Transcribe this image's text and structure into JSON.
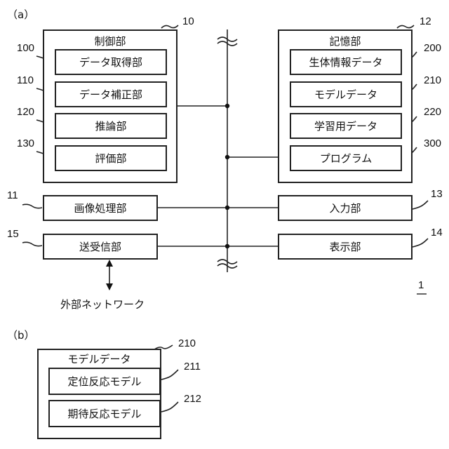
{
  "figure_a": {
    "label": "（a）",
    "system_ref": "1",
    "control": {
      "title": "制御部",
      "ref": "10",
      "items": [
        {
          "label": "データ取得部",
          "ref": "100"
        },
        {
          "label": "データ補正部",
          "ref": "110"
        },
        {
          "label": "推論部",
          "ref": "120"
        },
        {
          "label": "評価部",
          "ref": "130"
        }
      ]
    },
    "storage": {
      "title": "記憶部",
      "ref": "12",
      "items": [
        {
          "label": "生体情報データ",
          "ref": "200"
        },
        {
          "label": "モデルデータ",
          "ref": "210"
        },
        {
          "label": "学習用データ",
          "ref": "220"
        },
        {
          "label": "プログラム",
          "ref": "300"
        }
      ]
    },
    "image_processing": {
      "label": "画像処理部",
      "ref": "11"
    },
    "transceiver": {
      "label": "送受信部",
      "ref": "15"
    },
    "input": {
      "label": "入力部",
      "ref": "13"
    },
    "display": {
      "label": "表示部",
      "ref": "14"
    },
    "external_network": "外部ネットワーク"
  },
  "figure_b": {
    "label": "（b）",
    "model_data": {
      "title": "モデルデータ",
      "ref": "210",
      "items": [
        {
          "label": "定位反応モデル",
          "ref": "211"
        },
        {
          "label": "期待反応モデル",
          "ref": "212"
        }
      ]
    }
  }
}
